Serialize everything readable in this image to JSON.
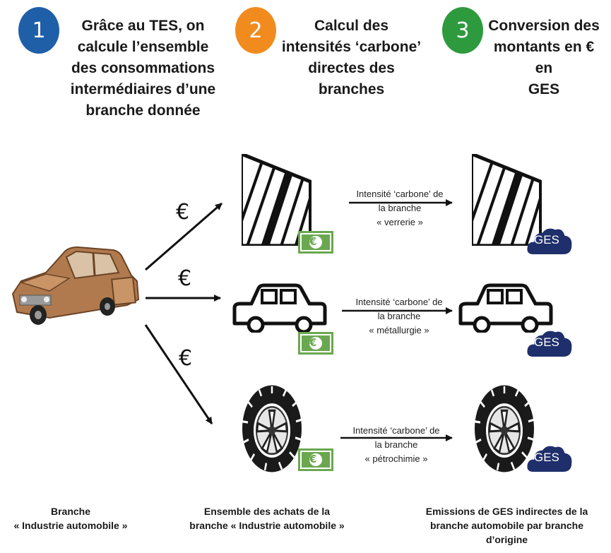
{
  "steps": [
    {
      "number": "1",
      "color": "#1f5fa8",
      "text": "Grâce au TES, on\ncalcule l’ensemble\ndes consommations\nintermédiaires d’une\nbranche donnée"
    },
    {
      "number": "2",
      "color": "#f28b1e",
      "text": "Calcul des\nintensités ‘carbone’\ndirectes des\nbranches"
    },
    {
      "number": "3",
      "color": "#2e9a3e",
      "text": "Conversion des\nmontants en € en\nGES"
    }
  ],
  "currency_symbol": "€",
  "money_icon_symbol": "€",
  "ges_label": "GES",
  "rows": [
    {
      "name": "verrerie",
      "icon": "glass-icon",
      "arrow_label": "Intensité ‘carbone’ de\nla branche\n« verrerie »"
    },
    {
      "name": "metallurgie",
      "icon": "car-outline-icon",
      "arrow_label": "Intensité ‘carbone’ de\nla branche\n« métallurgie »"
    },
    {
      "name": "petrochimie",
      "icon": "tire-icon",
      "arrow_label": "Intensité ‘carbone’ de\nla branche\n« pétrochimie »"
    }
  ],
  "bottom_labels": {
    "left": "Branche\n« Industrie automobile »",
    "middle": "Ensemble des achats de la\nbranche « Industrie automobile »",
    "right": "Emissions de GES indirectes de la\nbranche automobile par branche\nd’origine"
  },
  "colors": {
    "money_green": "#6aa84f",
    "cloud_navy": "#1f2f6b",
    "car_body": "#b07a4e"
  }
}
